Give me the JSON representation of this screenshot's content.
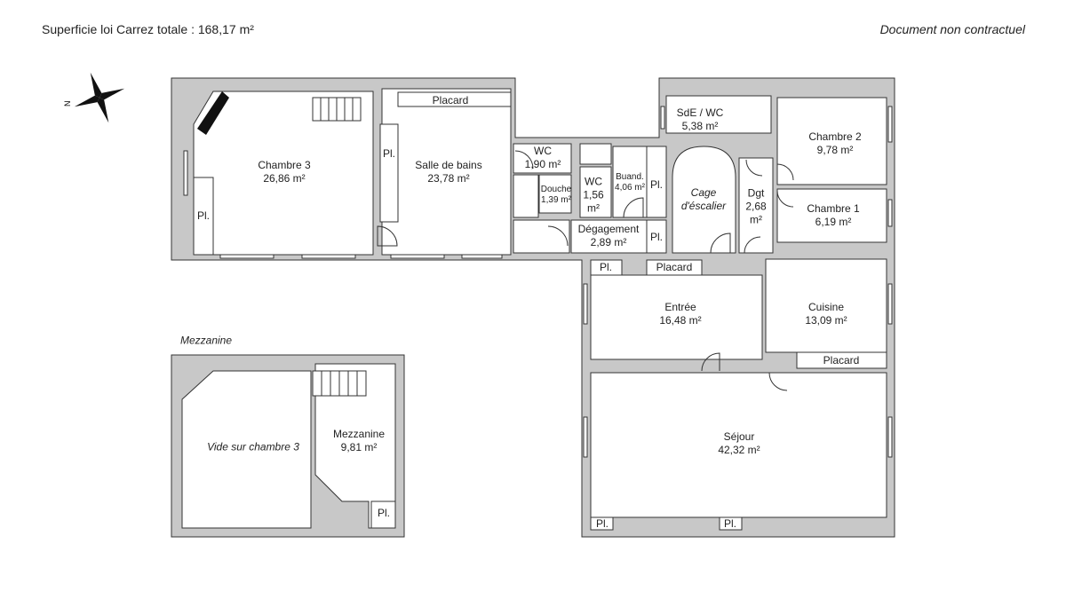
{
  "header": {
    "total_area": "Superficie loi Carrez totale : 168,17 m²",
    "disclaimer": "Document non contractuel"
  },
  "compass": {
    "label": "N"
  },
  "rooms": {
    "chambre3": {
      "name": "Chambre 3",
      "area": "26,86 m²"
    },
    "sdb": {
      "name": "Salle de bains",
      "area": "23,78 m²"
    },
    "wc1": {
      "name": "WC",
      "area": "1,90 m²"
    },
    "douche": {
      "name": "Douche",
      "area": "1,39 m²"
    },
    "wc2": {
      "name": "WC",
      "area": "1,56 m²"
    },
    "buand": {
      "name": "Buand.",
      "area": "4,06 m²"
    },
    "degagement": {
      "name": "Dégagement",
      "area": "2,89 m²"
    },
    "sde": {
      "name": "SdE / WC",
      "area": "5,38 m²"
    },
    "cage": {
      "name": "Cage d'éscalier"
    },
    "dgt": {
      "name": "Dgt",
      "area": "2,68 m²"
    },
    "chambre2": {
      "name": "Chambre 2",
      "area": "9,78 m²"
    },
    "chambre1": {
      "name": "Chambre 1",
      "area": "6,19 m²"
    },
    "entree": {
      "name": "Entrée",
      "area": "16,48 m²"
    },
    "cuisine": {
      "name": "Cuisine",
      "area": "13,09 m²"
    },
    "sejour": {
      "name": "Séjour",
      "area": "42,32 m²"
    },
    "mezzanine": {
      "name": "Mezzanine",
      "area": "9,81 m²"
    },
    "vide": {
      "name": "Vide sur chambre 3"
    }
  },
  "storage": {
    "placard": "Placard",
    "pl": "Pl."
  },
  "level_caption": "Mezzanine",
  "colors": {
    "wall": "#c8c8c8",
    "line": "#333333"
  }
}
